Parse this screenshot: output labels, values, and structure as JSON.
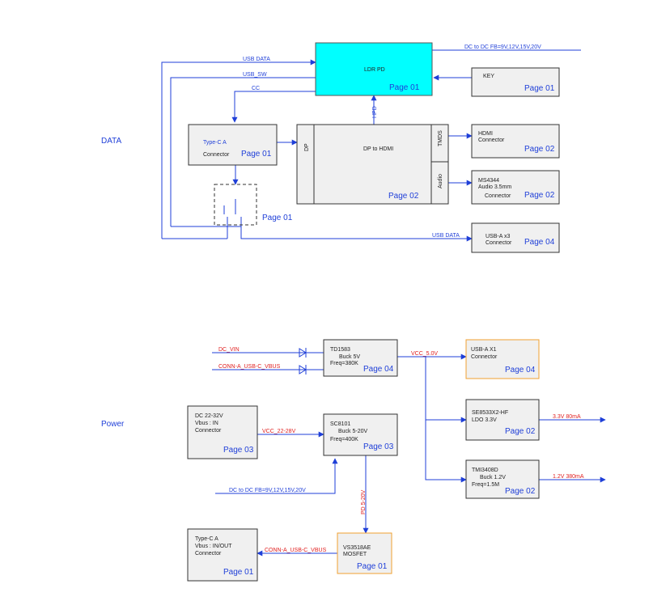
{
  "sections": {
    "data": "DATA",
    "power": "Power"
  },
  "colors": {
    "line": "#1f3fd8",
    "red": "#e02020",
    "box": "#f0f0f0",
    "cyan": "#00ffff",
    "orange": "#f0a030"
  },
  "data_blocks": {
    "ldr": {
      "title": "LDR PD",
      "page": "Page 01"
    },
    "key": {
      "title": "KEY",
      "page": "Page 01"
    },
    "typec": {
      "line1": "Type-C A",
      "line2": "Connector",
      "page": "Page 01"
    },
    "dp2hdmi": {
      "title": "DP to  HDMI",
      "page": "Page 02",
      "dp": "DP",
      "tmds": "TMDS",
      "audio": "Audio"
    },
    "hdmi": {
      "line1": "HDMI",
      "line2": "Connector",
      "page": "Page 02"
    },
    "ms4344": {
      "line1": "MS4344",
      "line2": "Audio 3.5mm",
      "line3": "Connector",
      "page": "Page 02"
    },
    "switch": {
      "page": "Page 01"
    },
    "usba3": {
      "line1": "USB-A x3",
      "line2": "Connector",
      "page": "Page 04"
    }
  },
  "data_labels": {
    "dc2dc_fb": "DC to DC FB=9V,12V,15V,20V",
    "usb_data": "USB DATA",
    "usb_sw": "USB_SW",
    "cc": "CC",
    "hpd": "HPD",
    "usb_data2": "USB DATA"
  },
  "power_blocks": {
    "td1583": {
      "line1": "TD1583",
      "line2": "Buck 5V",
      "line3": "Freq=380K",
      "page": "Page 04"
    },
    "usba1": {
      "line1": "USB-A X1",
      "line2": "Connector",
      "page": "Page 04"
    },
    "dc_in": {
      "line1": "DC 22-32V",
      "line2": "Vbus : IN",
      "line3": "Connector",
      "page": "Page 03"
    },
    "sc8101": {
      "line1": "SC8101",
      "line2": "Buck 5-20V",
      "line3": "Freq=400K",
      "page": "Page 03"
    },
    "se8533": {
      "line1": "SE8533X2-HF",
      "line2": "LDO    3.3V",
      "page": "Page 02"
    },
    "tmi3408": {
      "line1": "TMI3408D",
      "line2": "Buck 1.2V",
      "line3": "Freq=1.5M",
      "page": "Page 02"
    },
    "typec_out": {
      "line1": "Type-C A",
      "line2": "Vbus : IN/OUT",
      "line3": "Connector",
      "page": "Page 01"
    },
    "vs3518": {
      "line1": "VS3518AE",
      "line2": "MOSFET",
      "page": "Page 01"
    }
  },
  "power_labels": {
    "dc_vin": "DC_VIN",
    "conn_vbus": "CONN-A_USB-C_VBUS",
    "vcc_5v": "VCC_5.0V",
    "vcc_22_28": "VCC_22-28V",
    "out_33": "3.3V 80mA",
    "out_12": "1.2V 380mA",
    "dc2dc_fb": "DC to DC FB=9V,12V,15V,20V",
    "pd": "PD 5-20V",
    "conn_vbus2": "CONN-A_USB-C_VBUS"
  }
}
